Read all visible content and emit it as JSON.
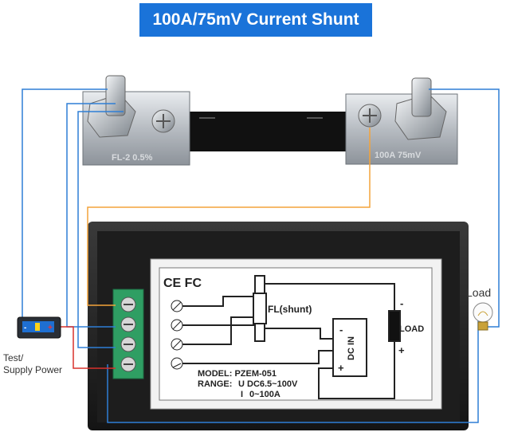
{
  "title": "100A/75mV Current Shunt",
  "shunt": {
    "left_label": "FL-2 0.5%",
    "right_label": "100A 75mV"
  },
  "meter": {
    "cert_marks": "CE FC",
    "shunt_label": "FL(shunt)",
    "load_label": "LOAD",
    "dc_in_label": "DC IN",
    "minus_sign": "-",
    "plus_sign": "+",
    "model_line": "MODEL: PZEM-051",
    "range_label": "RANGE:",
    "range_u_prefix": "U",
    "range_u": "DC6.5~100V",
    "range_i_prefix": "I",
    "range_i": "0~100A"
  },
  "battery": {
    "label_line1": "Test/",
    "label_line2": "Supply Power"
  },
  "lamp": {
    "label": "Load"
  },
  "colors": {
    "banner": "#1a73d9",
    "wire_blue": "#2f7fd6",
    "wire_orange": "#f4a33a",
    "wire_red": "#d9302c",
    "terminal_green": "#2f9e63"
  }
}
